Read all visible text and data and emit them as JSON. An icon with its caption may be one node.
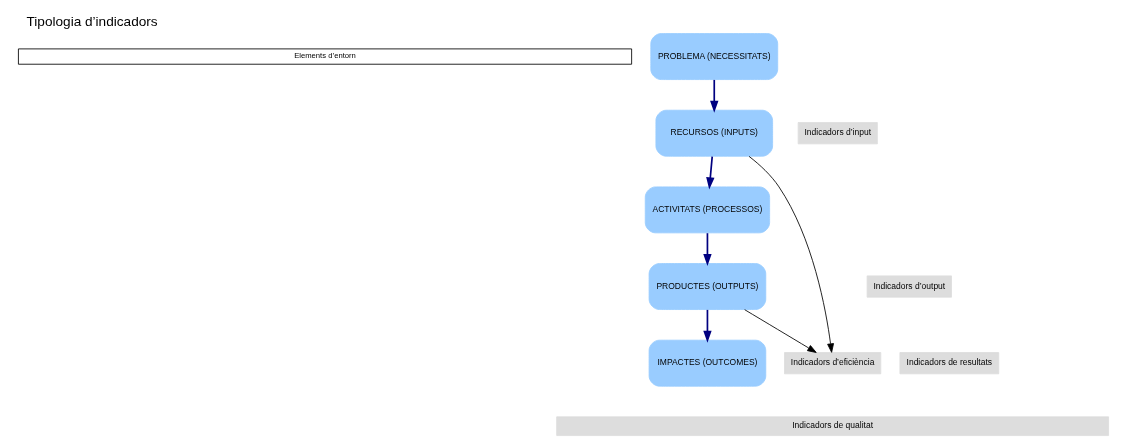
{
  "diagram": {
    "title": "Tipologia d’indicadors",
    "nodes": [
      {
        "text": [
          "Elements d’entorn"
        ]
      },
      {
        "text": [
          "PROBLEMA (NECESSITATS)"
        ]
      },
      {
        "text": [
          "RECURSOS (INPUTS)"
        ]
      },
      {
        "text": [
          "ACTIVITATS (PROCESSOS)"
        ]
      },
      {
        "text": [
          "PRODUCTES (OUTPUTS)"
        ]
      },
      {
        "text": [
          "IMPACTES (OUTCOMES)"
        ]
      },
      {
        "text": [
          "Indicadors de resultats"
        ]
      },
      {
        "text": [
          "Indicadors d’input"
        ]
      },
      {
        "text": [
          "Indicadors d’output"
        ]
      },
      {
        "text": [
          "Indicadors d’eficiència"
        ]
      },
      {
        "text": [
          "Indicadors de qualitat"
        ]
      }
    ],
    "edges": [
      {
        "from": 1,
        "to": 2,
        "arrow": "to"
      },
      {
        "from": 2,
        "to": 3,
        "arrow": "to"
      },
      {
        "from": 3,
        "to": 4,
        "arrow": "to"
      },
      {
        "from": 4,
        "to": 5,
        "arrow": "to"
      },
      {
        "from": 2,
        "to": 9,
        "arrow": "to",
        "color": "#000000"
      },
      {
        "from": 4,
        "to": 9,
        "arrow": "to",
        "color": "#000000"
      }
    ]
  }
}
